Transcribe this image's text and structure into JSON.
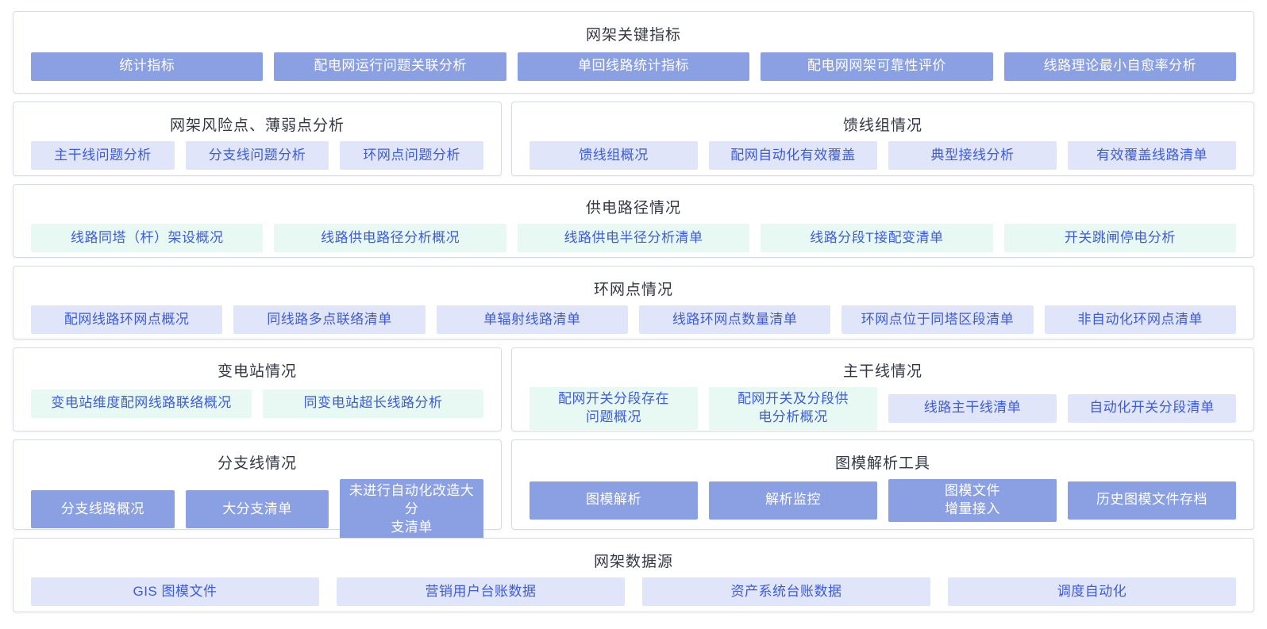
{
  "colors": {
    "solid_tile_bg": "#8ba0e3",
    "solid_tile_text": "#ffffff",
    "lavender_tile_bg": "#e1e5f9",
    "mint_tile_bg": "#e8f9f4",
    "tile_blue_text": "#3d5cd6",
    "panel_border": "#d7dbe4",
    "title_text": "#333844"
  },
  "sections": [
    {
      "title": "网架关键指标",
      "tiles": [
        {
          "label": "统计指标"
        },
        {
          "label": "配电网运行问题关联分析"
        },
        {
          "label": "单回线路统计指标"
        },
        {
          "label": "配电网网架可靠性评价"
        },
        {
          "label": "线路理论最小自愈率分析"
        }
      ]
    },
    {
      "title": "网架风险点、薄弱点分析",
      "tiles": [
        {
          "label": "主干线问题分析"
        },
        {
          "label": "分支线问题分析"
        },
        {
          "label": "环网点问题分析"
        }
      ]
    },
    {
      "title": "馈线组情况",
      "tiles": [
        {
          "label": "馈线组概况"
        },
        {
          "label": "配网自动化有效覆盖"
        },
        {
          "label": "典型接线分析"
        },
        {
          "label": "有效覆盖线路清单"
        }
      ]
    },
    {
      "title": "供电路径情况",
      "tiles": [
        {
          "label": "线路同塔（杆）架设概况"
        },
        {
          "label": "线路供电路径分析概况"
        },
        {
          "label": "线路供电半径分析清单"
        },
        {
          "label": "线路分段T接配变清单"
        },
        {
          "label": "开关跳闸停电分析"
        }
      ]
    },
    {
      "title": "环网点情况",
      "tiles": [
        {
          "label": "配网线路环网点概况"
        },
        {
          "label": "同线路多点联络清单"
        },
        {
          "label": "单辐射线路清单"
        },
        {
          "label": "线路环网点数量清单"
        },
        {
          "label": "环网点位于同塔区段清单"
        },
        {
          "label": "非自动化环网点清单"
        }
      ]
    },
    {
      "title": "变电站情况",
      "tiles": [
        {
          "label": "变电站维度配网线路联络概况"
        },
        {
          "label": "同变电站超长线路分析"
        }
      ]
    },
    {
      "title": "主干线情况",
      "tiles": [
        {
          "label": "配网开关分段存在\n问题概况"
        },
        {
          "label": "配网开关及分段供\n电分析概况"
        },
        {
          "label": "线路主干线清单"
        },
        {
          "label": "自动化开关分段清单"
        }
      ]
    },
    {
      "title": "分支线情况",
      "tiles": [
        {
          "label": "分支线路概况"
        },
        {
          "label": "大分支清单"
        },
        {
          "label": "未进行自动化改造大分\n支清单"
        }
      ]
    },
    {
      "title": "图模解析工具",
      "tiles": [
        {
          "label": "图模解析"
        },
        {
          "label": "解析监控"
        },
        {
          "label": "图模文件\n增量接入"
        },
        {
          "label": "历史图模文件存档"
        }
      ]
    },
    {
      "title": "网架数据源",
      "tiles": [
        {
          "label": "GIS 图模文件"
        },
        {
          "label": "营销用户台账数据"
        },
        {
          "label": "资产系统台账数据"
        },
        {
          "label": "调度自动化"
        }
      ]
    }
  ]
}
